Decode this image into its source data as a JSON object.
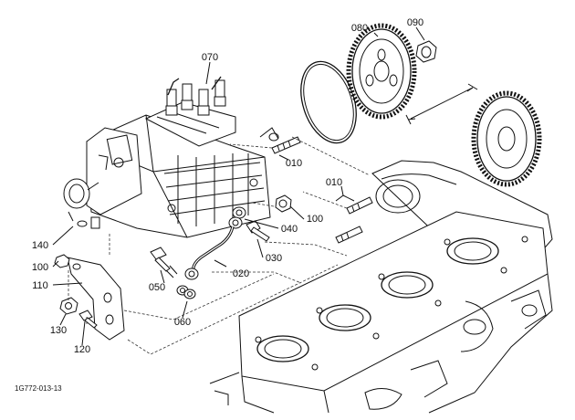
{
  "diagram": {
    "reference_code": "1G772-013-13",
    "labels": {
      "p010_upper": "010",
      "p010_mid": "010",
      "p020": "020",
      "p030": "030",
      "p040": "040",
      "p050": "050",
      "p060": "060",
      "p070": "070",
      "p080": "080",
      "p090": "090",
      "p100_right": "100",
      "p100_left": "100",
      "p110": "110",
      "p120": "120",
      "p130": "130",
      "p140": "140"
    }
  }
}
